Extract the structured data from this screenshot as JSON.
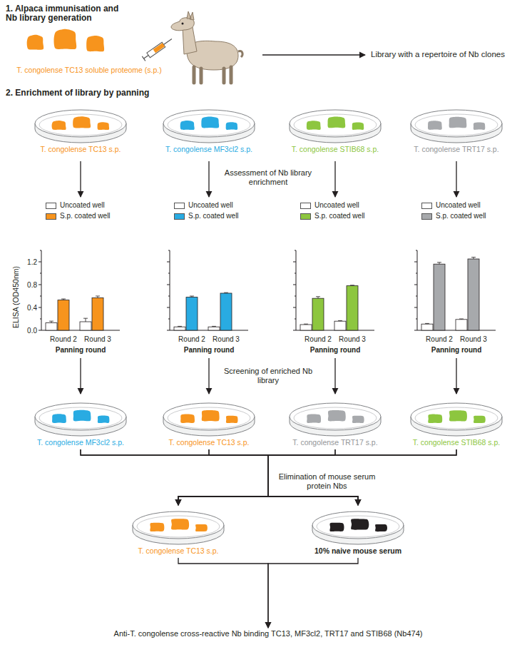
{
  "diagram": {
    "nodes": [
      {
        "text": [
          "T. congolense TC13 soluble proteome (s.p.)"
        ]
      },
      {
        "text": [
          "T. congolense TC13 s.p."
        ]
      },
      {
        "text": [
          "T. congolense MF3cl2 s.p."
        ]
      },
      {
        "text": [
          "T. congolense STIB68 s.p."
        ]
      },
      {
        "text": [
          "T. congolense TRT17 s.p."
        ]
      },
      {
        "text": [
          "T. congolense MF3cl2 s.p."
        ]
      },
      {
        "text": [
          "T. congolense TC13 s.p."
        ]
      },
      {
        "text": [
          "T. congolense TRT17 s.p."
        ]
      },
      {
        "text": [
          "T. congolense STIB68 s.p."
        ]
      },
      {
        "text": [
          "T. congolense TC13 s.p."
        ]
      },
      {
        "text": [
          "10% naive mouse serum"
        ]
      },
      {
        "text": [
          "Anti-T. congolense cross-reactive Nb binding TC13, MF3cl2, TRT17 and STIB68 (Nb474)"
        ]
      }
    ],
    "edges": [
      {
        "from": 5,
        "to": 9,
        "arrow": "to"
      },
      {
        "from": 6,
        "to": 9,
        "arrow": "to"
      },
      {
        "from": 7,
        "to": 9,
        "arrow": "to"
      },
      {
        "from": 8,
        "to": 9,
        "arrow": "to"
      },
      {
        "from": 5,
        "to": 10,
        "arrow": "to"
      },
      {
        "from": 6,
        "to": 10,
        "arrow": "to"
      },
      {
        "from": 7,
        "to": 10,
        "arrow": "to"
      },
      {
        "from": 8,
        "to": 10,
        "arrow": "to"
      },
      {
        "from": 9,
        "to": 11,
        "arrow": "to"
      },
      {
        "from": 10,
        "to": 11,
        "arrow": "to"
      }
    ],
    "labels": [
      "1. Alpaca immunisation and Nb library generation",
      "Library with a repertoire of Nb clones",
      "2. Enrichment of library by panning",
      "Assessment of Nb library enrichment",
      "1.2",
      "0.8",
      "0.4",
      "0.0",
      "ELISA (OD450nm)",
      "Round 2",
      "Round 3",
      "Panning round",
      "Round 2",
      "Round 3",
      "Panning round",
      "Round 2",
      "Round 3",
      "Panning round",
      "Round 2",
      "Round 3",
      "Panning round",
      "Screening of enriched Nb library",
      "Elimination of mouse serum protein Nbs"
    ],
    "legend": [
      {
        "text": "Uncoated well",
        "color": "#ffffff"
      },
      {
        "text": "S.p. coated well",
        "color": "#f7941d"
      },
      {
        "text": "Uncoated well",
        "color": "#ffffff"
      },
      {
        "text": "S.p. coated well",
        "color": "#29abe2"
      },
      {
        "text": "Uncoated well",
        "color": "#ffffff"
      },
      {
        "text": "S.p. coated well",
        "color": "#8dc63f"
      },
      {
        "text": "Uncoated well",
        "color": "#ffffff"
      },
      {
        "text": "S.p. coated well",
        "color": "#a7a9ac"
      }
    ]
  }
}
